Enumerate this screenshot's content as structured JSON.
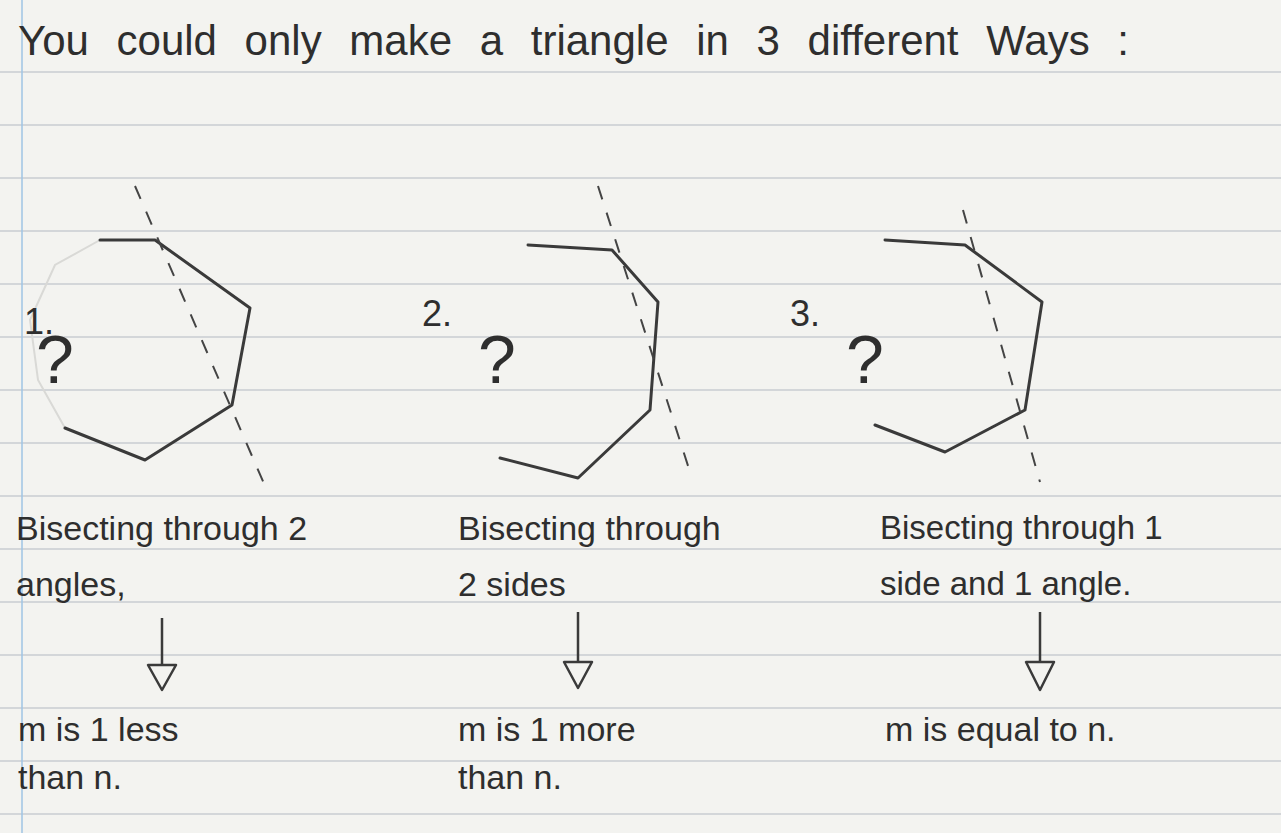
{
  "diagram": {
    "title": "You could only make a triangle in 3 different Ways :",
    "labels": [
      "1.",
      "2.",
      "3.",
      "?",
      "?",
      "?",
      "Bisecting through 2 angles,",
      "Bisecting through 2 sides",
      "Bisecting through 1 side and 1 angle.",
      "m is 1 less than n.",
      "m is 1 more than n.",
      "m is equal to n."
    ]
  }
}
